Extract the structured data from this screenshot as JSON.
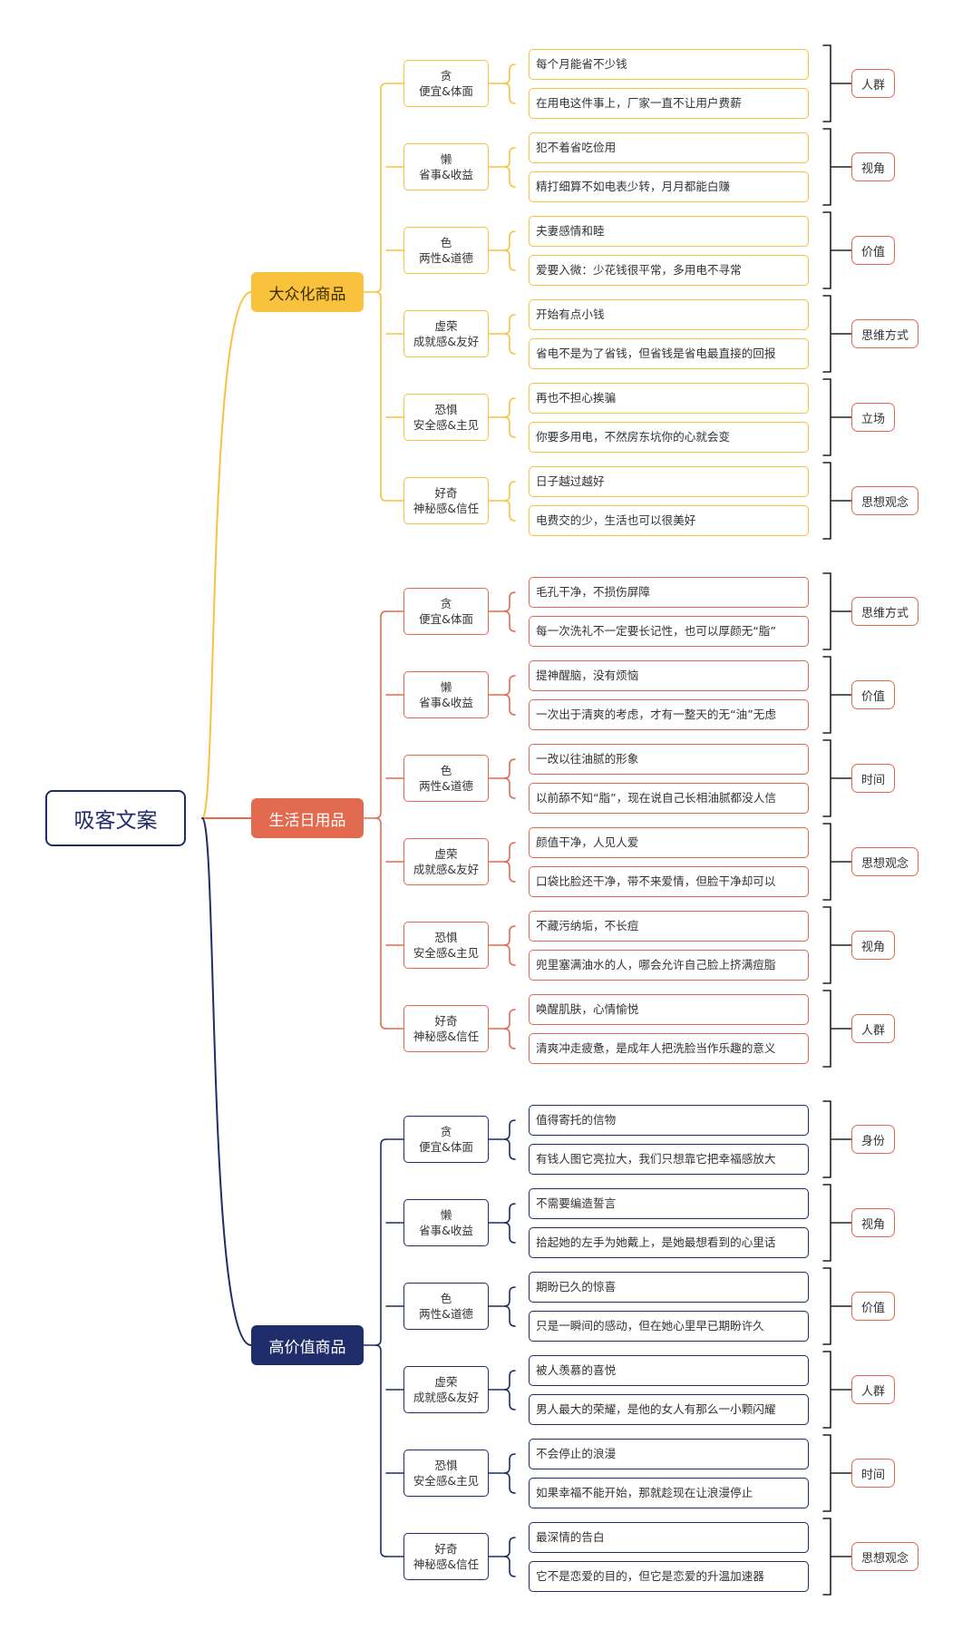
{
  "root": "吸客文案",
  "colors": {
    "yellow": "#f9c23c",
    "red": "#e26a4f",
    "navy": "#1f2d6b"
  },
  "categories": [
    {
      "name": "大众化商品",
      "color": "yellow",
      "groups": [
        {
          "emotion": "贪",
          "need": "便宜&体面",
          "lines": [
            "每个月能省不少钱",
            "在用电这件事上，厂家一直不让用户费薪"
          ],
          "tag": "人群"
        },
        {
          "emotion": "懒",
          "need": "省事&收益",
          "lines": [
            "犯不着省吃俭用",
            "精打细算不如电表少转，月月都能白赚"
          ],
          "tag": "视角"
        },
        {
          "emotion": "色",
          "need": "两性&道德",
          "lines": [
            "夫妻感情和睦",
            "爱要入微：少花钱很平常，多用电不寻常"
          ],
          "tag": "价值"
        },
        {
          "emotion": "虚荣",
          "need": "成就感&友好",
          "lines": [
            "开始有点小钱",
            "省电不是为了省钱，但省钱是省电最直接的回报"
          ],
          "tag": "思维方式"
        },
        {
          "emotion": "恐惧",
          "need": "安全感&主见",
          "lines": [
            "再也不担心挨骗",
            "你要多用电，不然房东坑你的心就会变"
          ],
          "tag": "立场"
        },
        {
          "emotion": "好奇",
          "need": "神秘感&信任",
          "lines": [
            "日子越过越好",
            "电费交的少，生活也可以很美好"
          ],
          "tag": "思想观念"
        }
      ]
    },
    {
      "name": "生活日用品",
      "color": "red",
      "groups": [
        {
          "emotion": "贪",
          "need": "便宜&体面",
          "lines": [
            "毛孔干净，不损伤屏障",
            "每一次洗礼不一定要长记性，也可以厚颜无“脂”"
          ],
          "tag": "思维方式"
        },
        {
          "emotion": "懒",
          "need": "省事&收益",
          "lines": [
            "提神醒脑，没有烦恼",
            "一次出于清爽的考虑，才有一整天的无“油”无虑"
          ],
          "tag": "价值"
        },
        {
          "emotion": "色",
          "need": "两性&道德",
          "lines": [
            "一改以往油腻的形象",
            "以前舔不知“脂”，现在说自己长相油腻都没人信"
          ],
          "tag": "时间"
        },
        {
          "emotion": "虚荣",
          "need": "成就感&友好",
          "lines": [
            "颜值干净，人见人爱",
            "口袋比脸还干净，带不来爱情，但脸干净却可以"
          ],
          "tag": "思想观念"
        },
        {
          "emotion": "恐惧",
          "need": "安全感&主见",
          "lines": [
            "不藏污纳垢，不长痘",
            "兜里塞满油水的人，哪会允许自己脸上挤满痘脂"
          ],
          "tag": "视角"
        },
        {
          "emotion": "好奇",
          "need": "神秘感&信任",
          "lines": [
            "唤醒肌肤，心情愉悦",
            "清爽冲走疲惫，是成年人把洗脸当作乐趣的意义"
          ],
          "tag": "人群"
        }
      ]
    },
    {
      "name": "高价值商品",
      "color": "navy",
      "groups": [
        {
          "emotion": "贪",
          "need": "便宜&体面",
          "lines": [
            "值得寄托的信物",
            "有钱人图它亮拉大，我们只想靠它把幸福感放大"
          ],
          "tag": "身份"
        },
        {
          "emotion": "懒",
          "need": "省事&收益",
          "lines": [
            "不需要编造誓言",
            "拾起她的左手为她戴上，是她最想看到的心里话"
          ],
          "tag": "视角"
        },
        {
          "emotion": "色",
          "need": "两性&道德",
          "lines": [
            "期盼已久的惊喜",
            "只是一瞬间的感动，但在她心里早已期盼许久"
          ],
          "tag": "价值"
        },
        {
          "emotion": "虚荣",
          "need": "成就感&友好",
          "lines": [
            "被人羡慕的喜悦",
            "男人最大的荣耀，是他的女人有那么一小颗闪耀"
          ],
          "tag": "人群"
        },
        {
          "emotion": "恐惧",
          "need": "安全感&主见",
          "lines": [
            "不会停止的浪漫",
            "如果幸福不能开始，那就趁现在让浪漫停止"
          ],
          "tag": "时间"
        },
        {
          "emotion": "好奇",
          "need": "神秘感&信任",
          "lines": [
            "最深情的告白",
            "它不是恋爱的目的，但它是恋爱的升温加速器"
          ],
          "tag": "思想观念"
        }
      ]
    }
  ]
}
